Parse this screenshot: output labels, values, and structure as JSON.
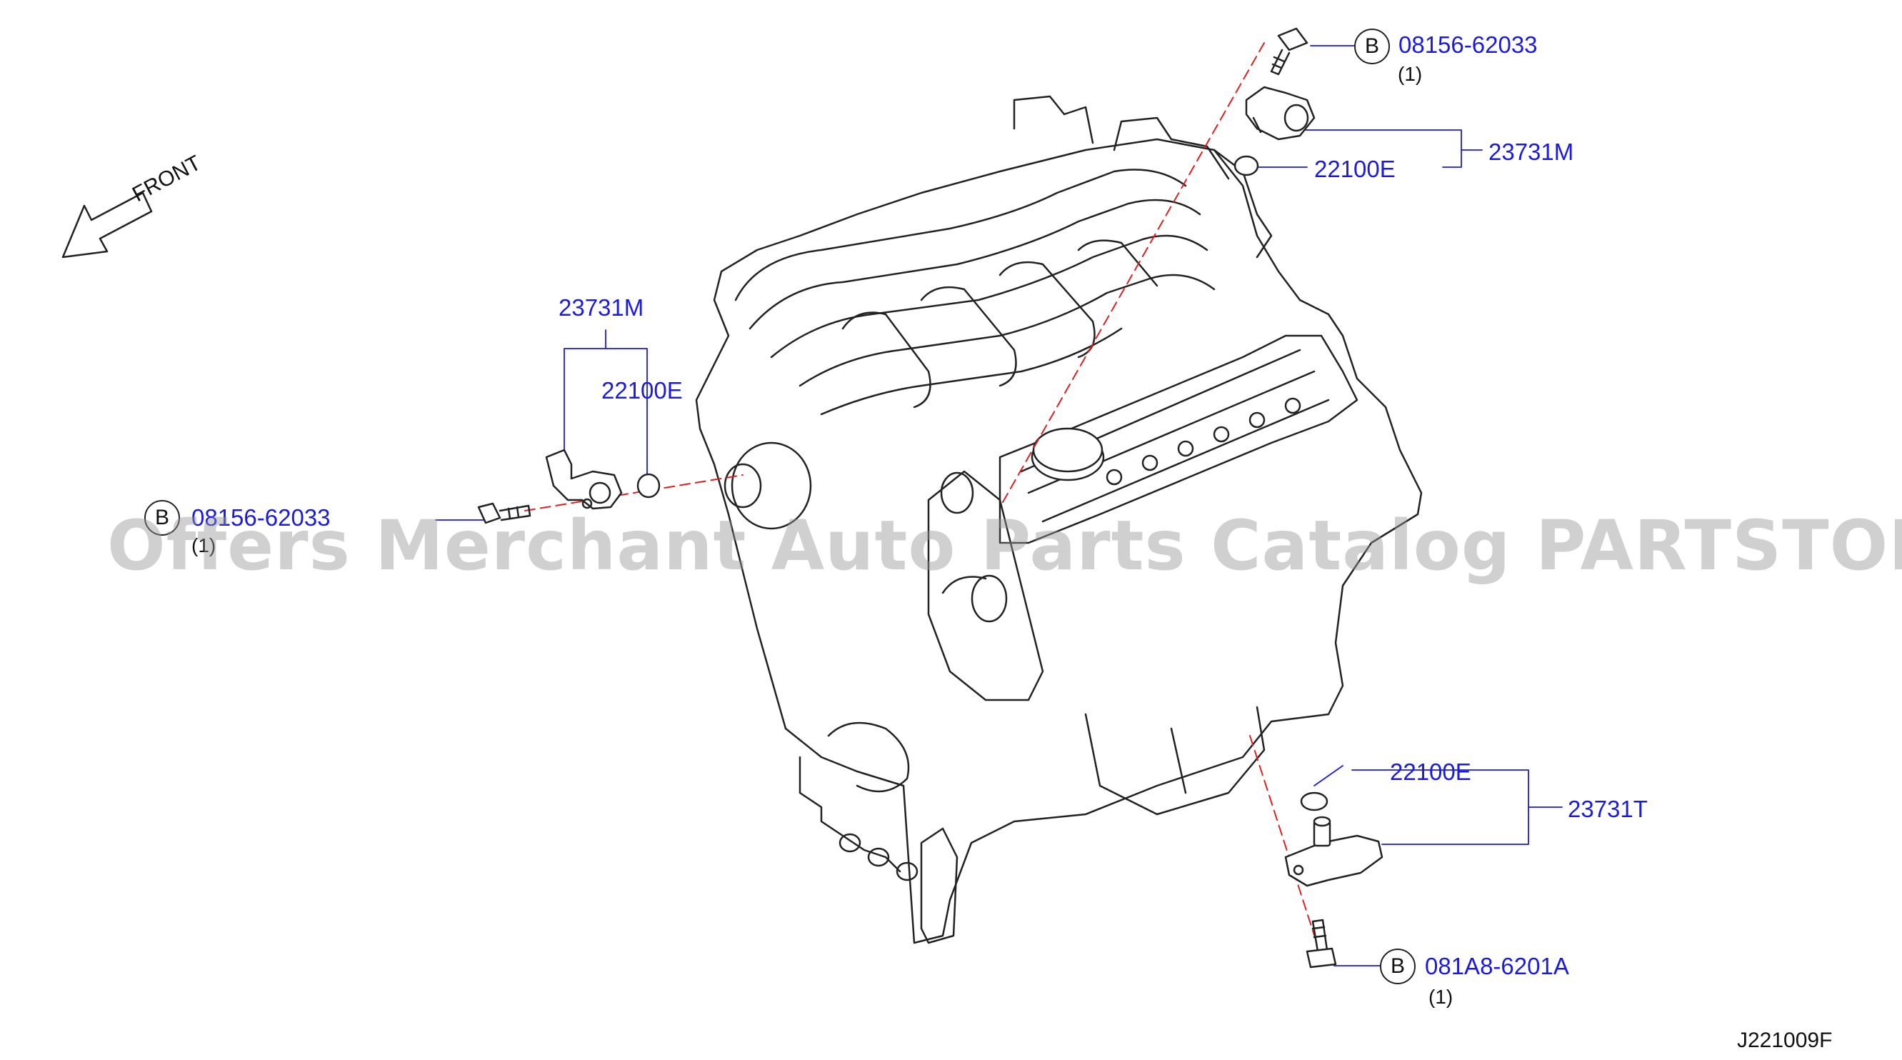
{
  "diagram": {
    "front_label": "FRONT",
    "watermark": "Offers Merchant Auto Parts Catalog PARTSTORE.SA",
    "figure_code": "J221009F",
    "callouts": {
      "top_bolt": {
        "badge": "B",
        "part": "08156-62033",
        "qty": "(1)"
      },
      "top_assembly": "23731M",
      "top_oring": "22100E",
      "left_assembly": "23731M",
      "left_oring": "22100E",
      "left_bolt": {
        "badge": "B",
        "part": "08156-62033",
        "qty": "(1)"
      },
      "bottom_oring": "22100E",
      "bottom_assembly": "23731T",
      "bottom_bolt": {
        "badge": "B",
        "part": "081A8-6201A",
        "qty": "(1)"
      }
    },
    "colors": {
      "part_number": "#1a1ae6",
      "leader": "#1a1ae6",
      "dashed_line": "#e02020",
      "outline": "#222222"
    }
  }
}
